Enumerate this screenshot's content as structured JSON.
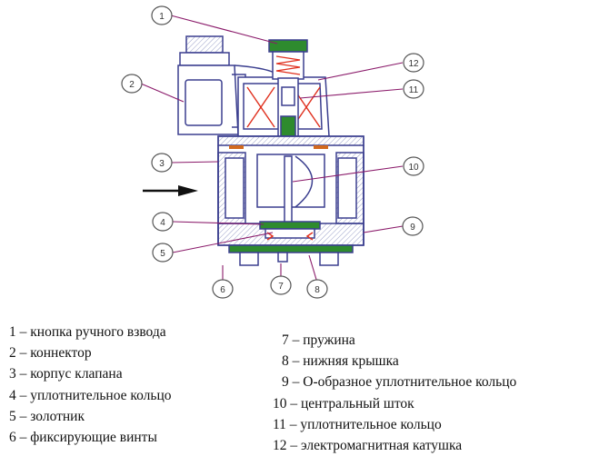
{
  "diagram": {
    "callouts": [
      "1",
      "2",
      "3",
      "4",
      "5",
      "6",
      "7",
      "8",
      "9",
      "10",
      "11",
      "12"
    ],
    "colors": {
      "outline": "#3b3f8f",
      "body_fill": "#ffffff",
      "seal_green": "#2e8b2e",
      "seal_orange": "#d2691e",
      "coil_cross": "#e0301e",
      "leader": "#8a1a6a",
      "flow_arrow": "#111111"
    }
  },
  "legend": {
    "left": [
      "1 – кнопка ручного взвода",
      "2 – коннектор",
      "3 – корпус клапана",
      "4 – уплотнительное кольцо",
      "5 – золотник",
      "6 – фиксирующие винты"
    ],
    "right": [
      "7 – пружина",
      "8 – нижняя крышка",
      "9 – О-образное уплотнительное кольцо",
      "10 – центральный шток",
      "11 – уплотнительное кольцо",
      "12 – электромагнитная катушка"
    ]
  }
}
